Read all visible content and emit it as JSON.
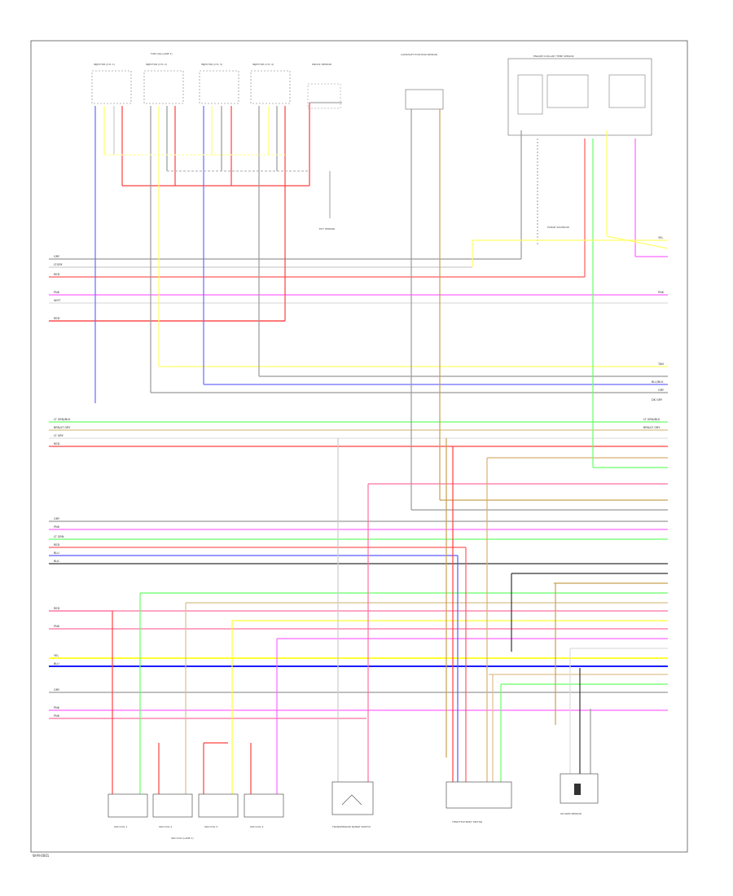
{
  "page_label": "W-M-0001",
  "colors": {
    "red": "#ff2a2a",
    "pink": "#ff6fa0",
    "magenta": "#ff66ff",
    "blue": "#4a4aff",
    "dblue": "#1a1aff",
    "yellow": "#ffff33",
    "green": "#66ff66",
    "gray": "#999999",
    "black": "#222222",
    "brown": "#c8a050",
    "tan": "#e0c090",
    "lgray": "#dddddd",
    "white": "#f2f2f2",
    "orange": "#ffb347"
  },
  "components": {
    "top_group": "FUEL INJ (LANE 1)",
    "inj1": "INJECTOR (CYL 1)",
    "inj2": "INJECTOR (CYL 2)",
    "inj3": "INJECTOR (CYL 3)",
    "inj4": "INJECTOR (CYL 4)",
    "knock": "KNOCK SENSOR",
    "cam_sensor": "CAMSHAFT POSITION SENSOR",
    "cooling_box": "ENGINE COOLANT TEMP SENSOR",
    "ect": "ECT SENSOR",
    "purge": "PURGE SOLENOID",
    "coil1": "IGN COIL 1",
    "coil2": "IGN COIL 2",
    "coil3": "IGN COIL 3",
    "coil4": "IGN COIL 4",
    "coil_group": "IGN COIL (LANE 1)",
    "trans_switch": "TRANSMISSION RANGE SWITCH",
    "throttle_body": "THROTTLE BODY MOTOR",
    "o2_sensor": "OXYGEN SENSOR"
  },
  "wires": {
    "row1": "GRY",
    "row2": "LTGRY",
    "row3": "RED",
    "row4": "PNK",
    "row5": "WHT",
    "row6": "RED",
    "row7": "LT GRN/BLK",
    "row8": "BRN/LT GRY",
    "row9": "LT GRY",
    "row10": "RED",
    "row11": "GRY",
    "row12": "PNK",
    "row13": "LT GRN",
    "row14": "RED",
    "row15": "BLU",
    "row16": "BLK",
    "row17": "RED",
    "row18": "PNK",
    "row19": "YEL",
    "row20": "BLU",
    "row21": "GRY",
    "row22": "PNK",
    "row23": "PNK",
    "r_tan": "TAN",
    "r_yel": "YEL",
    "r_pnk": "PNK",
    "r_blu": "BLU/BLK",
    "r_gry": "GRY",
    "r_dkgry": "DK GRY",
    "r_gb": "LT GRN/BLK",
    "r_bg": "BRN/LT GRY"
  }
}
